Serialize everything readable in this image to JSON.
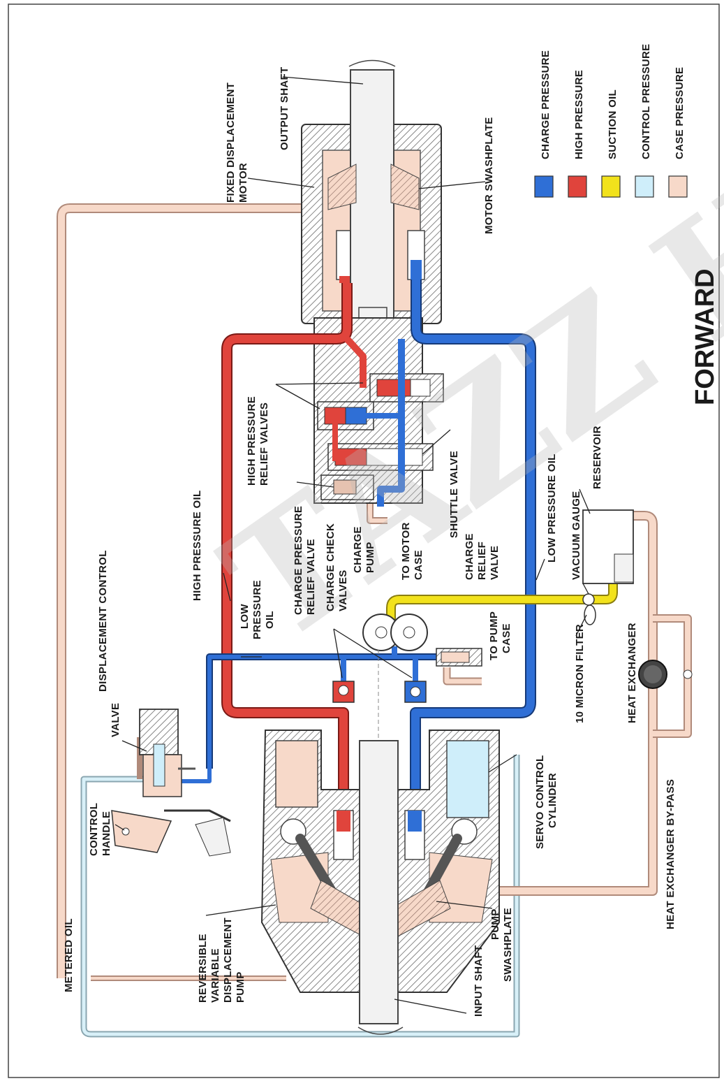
{
  "title": "FORWARD",
  "legend": [
    {
      "label": "CHARGE PRESSURE",
      "color": "#2f6fd6"
    },
    {
      "label": "HIGH PRESSURE",
      "color": "#e0443c"
    },
    {
      "label": "SUCTION OIL",
      "color": "#f2e21c"
    },
    {
      "label": "CONTROL PRESSURE",
      "color": "#cfeefa"
    },
    {
      "label": "CASE PRESSURE",
      "color": "#f7d9c9"
    }
  ],
  "labels": {
    "output_shaft": "OUTPUT SHAFT",
    "fixed_motor_1": "FIXED DISPLACEMENT",
    "fixed_motor_2": "MOTOR",
    "motor_swashplate": "MOTOR SWASHPLATE",
    "hp_relief_1": "HIGH PRESSURE",
    "hp_relief_2": "RELIEF VALVES",
    "high_pressure_oil": "HIGH PRESSURE OIL",
    "charge_relief_1": "CHARGE PRESSURE",
    "charge_relief_2": "RELIEF VALVE",
    "shuttle_valve": "SHUTTLE VALVE",
    "to_motor_1": "TO MOTOR",
    "to_motor_2": "CASE",
    "charge_pump_1": "CHARGE",
    "charge_pump_2": "PUMP",
    "charge_check_1": "CHARGE CHECK",
    "charge_check_2": "VALVES",
    "low_pressure_a_1": "LOW",
    "low_pressure_a_2": "PRESSURE",
    "low_pressure_a_3": "OIL",
    "charge_relief_v_1": "CHARGE",
    "charge_relief_v_2": "RELIEF",
    "charge_relief_v_3": "VALVE",
    "to_pump_1": "TO PUMP",
    "to_pump_2": "CASE",
    "low_pressure_oil": "LOW PRESSURE OIL",
    "vacuum_gauge": "VACUUM GAUGE",
    "reservoir": "RESERVOIR",
    "micron_filter": "10 MICRON FILTER",
    "heat_exchanger": "HEAT EXCHANGER",
    "heat_bypass": "HEAT EXCHANGER BY-PASS",
    "displacement_1": "DISPLACEMENT CONTROL",
    "displacement_2": "VALVE",
    "control_handle_1": "CONTROL",
    "control_handle_2": "HANDLE",
    "servo_1": "SERVO CONTROL",
    "servo_2": "CYLINDER",
    "metered_oil": "METERED OIL",
    "rev_pump_1": "REVERSIBLE",
    "rev_pump_2": "VARIABLE",
    "rev_pump_3": "DISPLACEMENT",
    "rev_pump_4": "PUMP",
    "input_shaft": "INPUT SHAFT",
    "pump_swash_1": "PUMP",
    "pump_swash_2": "SWASHPLATE"
  }
}
